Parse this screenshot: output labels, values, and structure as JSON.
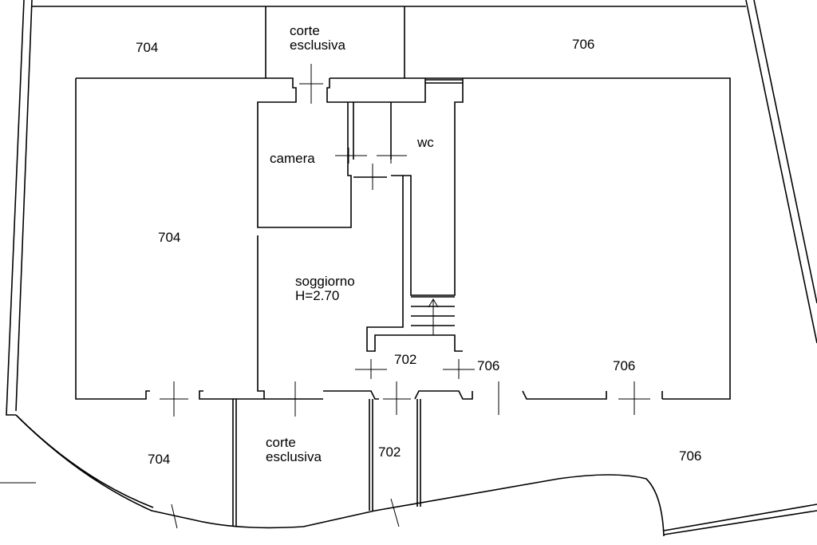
{
  "rooms": {
    "top_left": "704",
    "top_corte": "corte\nesclusiva",
    "top_right": "706",
    "camera": "camera",
    "wc": "wc",
    "left_main": "704",
    "soggiorno": "soggiorno",
    "height": "H=2.70",
    "entry": "702",
    "right_706_a": "706",
    "right_706_b": "706",
    "bottom_left": "704",
    "bottom_corte": "corte\nesclusiva",
    "bottom_702": "702",
    "bottom_right": "706"
  }
}
